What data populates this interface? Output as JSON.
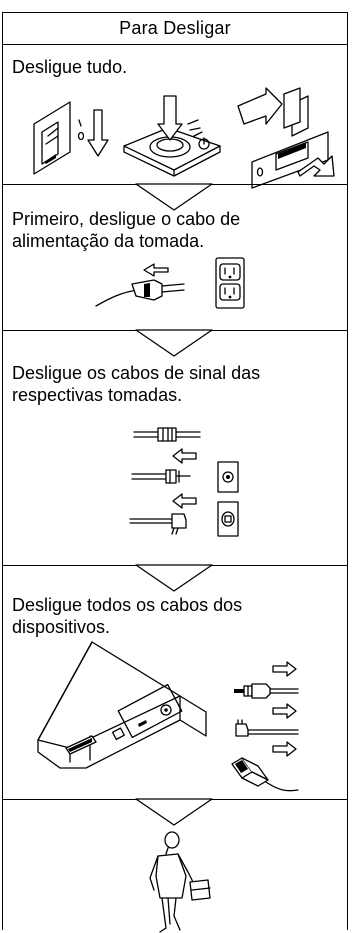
{
  "header": {
    "title": "Para Desligar"
  },
  "steps": [
    {
      "lines": [
        "Desligue tudo."
      ]
    },
    {
      "lines": [
        "Primeiro, desligue o cabo de",
        "alimentação da tomada."
      ]
    },
    {
      "lines": [
        "Desligue os cabos de sinal das",
        "respectivas tomadas."
      ]
    },
    {
      "lines": [
        "Desligue todos os cabos dos",
        "dispositivos."
      ]
    }
  ],
  "icons": {
    "step1": [
      "wall-switch-icon",
      "power-button-icon",
      "rocker-switch-icon"
    ],
    "step2": [
      "power-cord-icon",
      "wall-outlet-icon"
    ],
    "step3": [
      "coax-cable-icon",
      "antenna-cable-icon",
      "phone-cable-icon",
      "coax-wall-jack-icon",
      "phone-wall-jack-icon"
    ],
    "step4": [
      "laptop-ports-icon",
      "audio-cable-icon",
      "phone-plug-icon",
      "usb-cable-icon"
    ],
    "step5": [
      "person-walking-icon"
    ]
  }
}
